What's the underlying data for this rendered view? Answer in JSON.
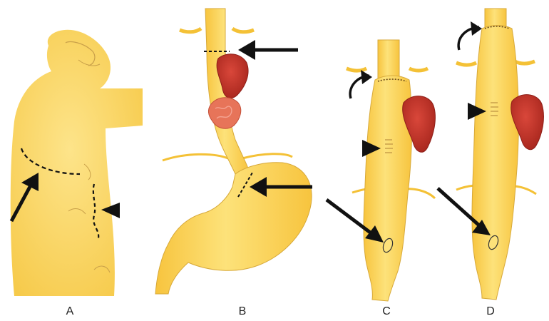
{
  "colors": {
    "organ_fill": "#FCD04F",
    "organ_light": "#FDE27A",
    "organ_outline": "#7A5A1E",
    "tumor": "#C9362B",
    "tumor_dark": "#8E1F18",
    "mass": "#E77459",
    "arrow": "#111111",
    "background": "#FFFFFF"
  },
  "panels": [
    {
      "id": "A",
      "label": "A"
    },
    {
      "id": "B",
      "label": "B"
    },
    {
      "id": "C",
      "label": "C"
    },
    {
      "id": "D",
      "label": "D"
    }
  ]
}
